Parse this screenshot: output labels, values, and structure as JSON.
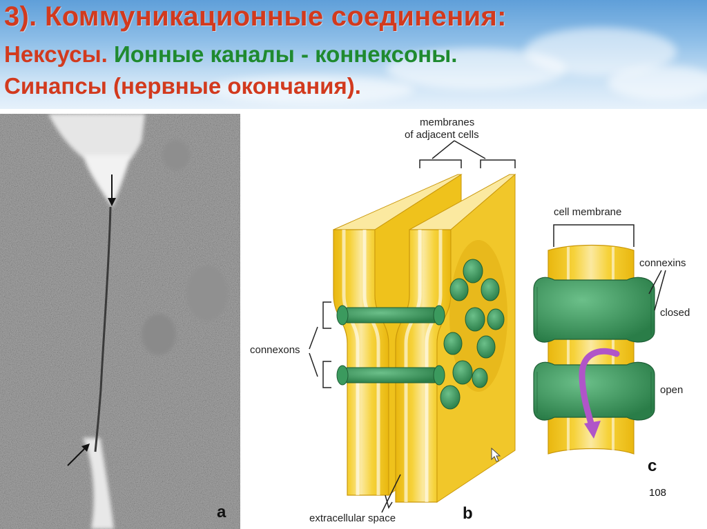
{
  "slide": {
    "title": "3). Коммуникационные соединения:",
    "line2_part1": "Нексусы.",
    "line2_part2": "Ионные каналы - коннексоны.",
    "line3": "Синапсы (нервные окончания).",
    "page_number": "108"
  },
  "diagram_labels": {
    "membranes_line1": "membranes",
    "membranes_line2": "of adjacent cells",
    "cell_membrane": "cell membrane",
    "connexins": "connexins",
    "closed": "closed",
    "open": "open",
    "connexons": "connexons",
    "extracellular_space": "extracellular space",
    "panel_a": "a",
    "panel_b": "b",
    "panel_c": "c"
  },
  "colors": {
    "title_red": "#d23a1e",
    "title_green": "#1f8a2f",
    "membrane_yellow": "#f2c81a",
    "membrane_light": "#fbe9a0",
    "connexon_green": "#3b9a5e",
    "arrow_purple": "#b055c8"
  }
}
